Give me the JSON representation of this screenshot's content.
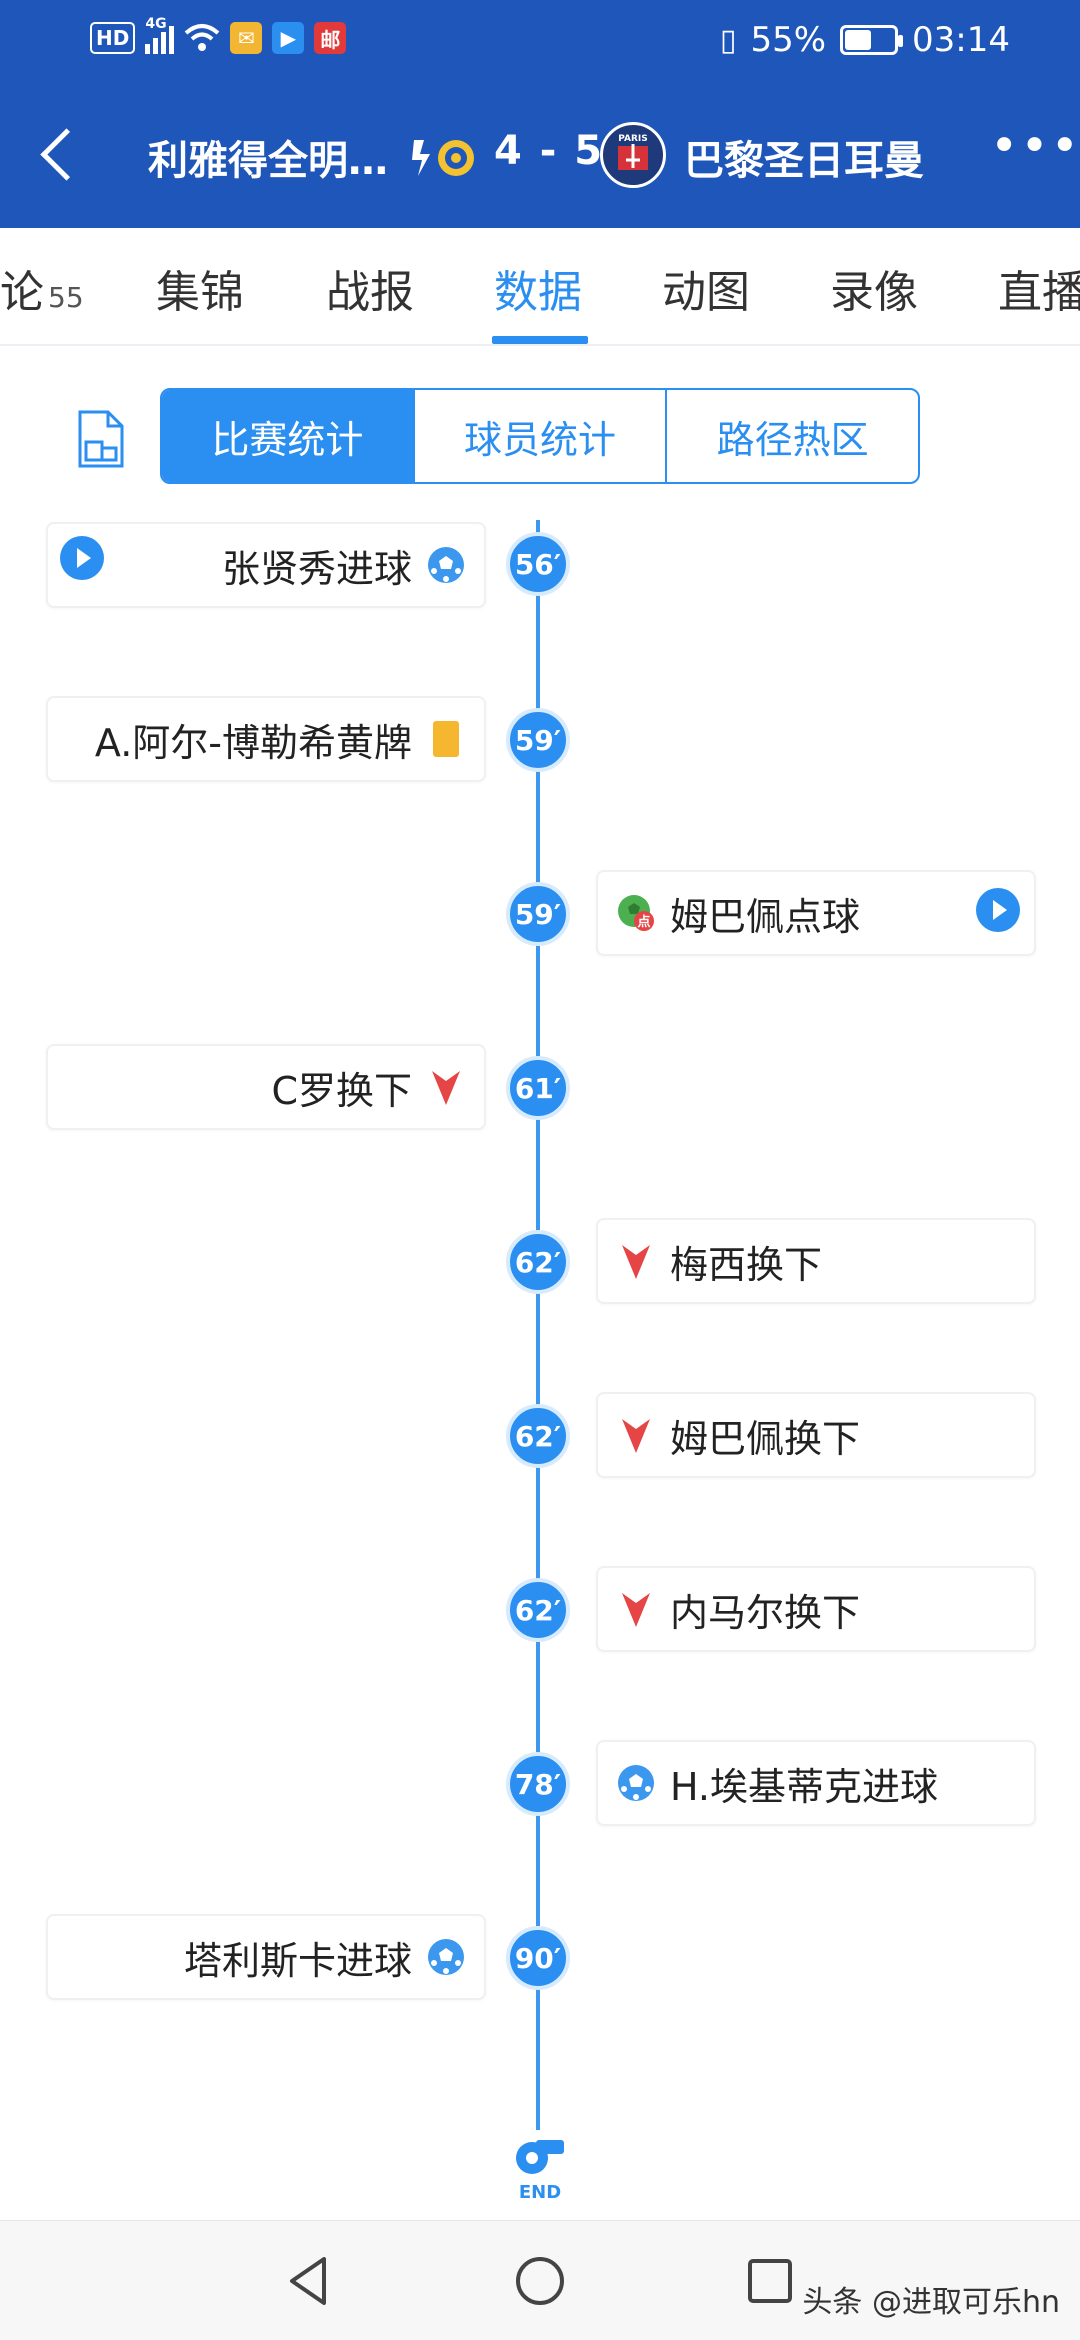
{
  "status_bar": {
    "hd": "HD",
    "network": "4G",
    "mail_icon": "mail-icon",
    "app_icon": "app-icon",
    "post_label": "邮",
    "battery_pct": "55%",
    "battery_level": 0.55,
    "time": "03:14"
  },
  "header": {
    "home_team": "利雅得全明…",
    "score": "4 - 5",
    "away_team": "巴黎圣日耳曼",
    "away_logo_text": "PARIS",
    "more": "•••"
  },
  "tabs": [
    {
      "label": "论",
      "count": "55"
    },
    {
      "label": "集锦"
    },
    {
      "label": "战报"
    },
    {
      "label": "数据",
      "active": true
    },
    {
      "label": "动图"
    },
    {
      "label": "录像"
    },
    {
      "label": "直播"
    }
  ],
  "segments": [
    {
      "label": "比赛统计",
      "active": true
    },
    {
      "label": "球员统计"
    },
    {
      "label": "路径热区"
    }
  ],
  "timeline": {
    "events": [
      {
        "minute": "56′",
        "side": "home",
        "text": "张贤秀进球",
        "icon": "ball-icon",
        "video": true
      },
      {
        "minute": "59′",
        "side": "home",
        "text": "A.阿尔-博勒希黄牌",
        "icon": "yellow-card-icon"
      },
      {
        "minute": "59′",
        "side": "away",
        "text": "姆巴佩点球",
        "icon": "penalty-icon",
        "video": true
      },
      {
        "minute": "61′",
        "side": "home",
        "text": "C罗换下",
        "icon": "sub-off-icon"
      },
      {
        "minute": "62′",
        "side": "away",
        "text": "梅西换下",
        "icon": "sub-off-icon"
      },
      {
        "minute": "62′",
        "side": "away",
        "text": "姆巴佩换下",
        "icon": "sub-off-icon"
      },
      {
        "minute": "62′",
        "side": "away",
        "text": "内马尔换下",
        "icon": "sub-off-icon"
      },
      {
        "minute": "78′",
        "side": "away",
        "text": "H.埃基蒂克进球",
        "icon": "ball-icon"
      },
      {
        "minute": "90′",
        "side": "home",
        "text": "塔利斯卡进球",
        "icon": "ball-icon"
      }
    ],
    "end_label": "END",
    "penalty_mark": "点"
  },
  "watermark": "头条 @进取可乐hn",
  "colors": {
    "header_bg": "#1f56b9",
    "accent": "#2a8ff0",
    "sub_off_red": "#e64545",
    "yellow_card": "#f5b630",
    "penalty_green": "#4caf50"
  }
}
